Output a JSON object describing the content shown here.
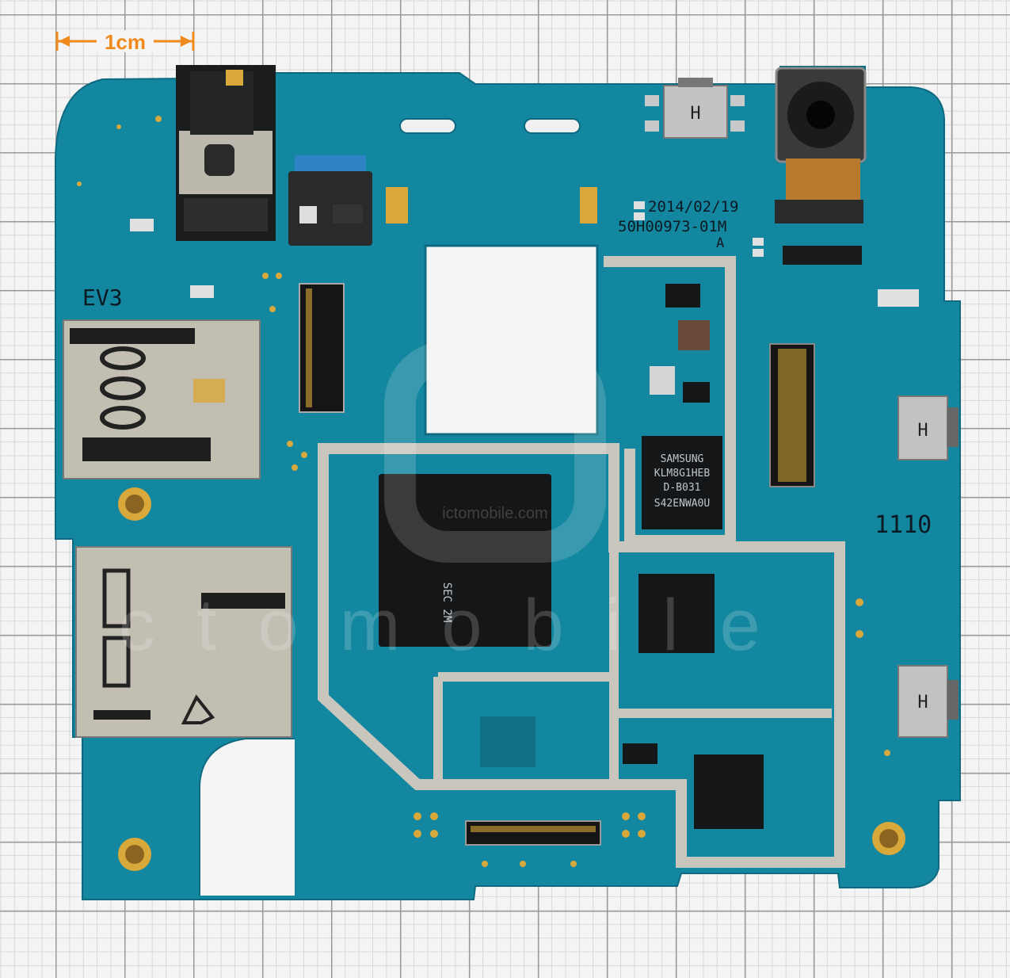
{
  "scale_label": "1cm",
  "board": {
    "date_code": "2014/02/19",
    "part_number": "50H00973-01M",
    "revision": "A",
    "version_mark": "EV3",
    "id_mark": "1110"
  },
  "memory_chip": {
    "line1": "SAMSUNG",
    "line2": "KLM8G1HEB",
    "line3": "D-B031",
    "line4": "S42ENWA0U"
  },
  "watermark": {
    "url": "ictomobile.com",
    "word": "ctomobile"
  },
  "colors": {
    "pcb": "#1487a0",
    "pcb_dark": "#0f6f85",
    "shield": "#c9c6bd",
    "gold": "#d9a83a",
    "chip": "#151618",
    "scale_accent": "#f08a1c"
  }
}
